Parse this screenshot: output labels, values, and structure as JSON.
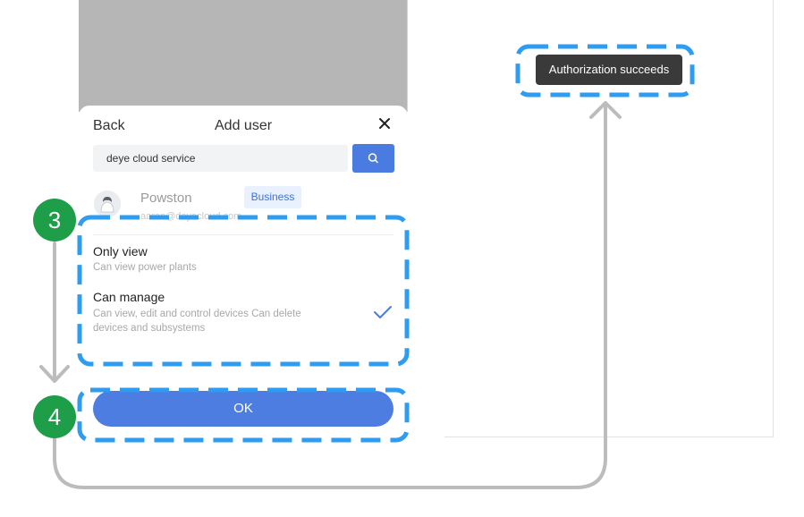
{
  "modal": {
    "back_label": "Back",
    "title": "Add user",
    "close_icon": "close-icon",
    "search": {
      "value": "deye cloud service",
      "button_icon": "search-icon"
    },
    "result": {
      "name": "Powston",
      "email": "aaron@deyecloud.com",
      "badge": "Business"
    },
    "options": [
      {
        "title": "Only view",
        "description": "Can view power plants",
        "selected": false
      },
      {
        "title": "Can manage",
        "description_line1": "Can view, edit and control devices Can delete",
        "description_line2": "devices and subsystems",
        "selected": true
      }
    ],
    "ok_label": "OK"
  },
  "toast": {
    "text": "Authorization succeeds"
  },
  "steps": [
    "3",
    "4"
  ],
  "colors": {
    "primary": "#4e7de1",
    "step_badge": "#1f9e49",
    "highlight_dash": "#2e9cf0",
    "connector": "#b9b9b9",
    "toast_bg": "#3a3a3a"
  }
}
